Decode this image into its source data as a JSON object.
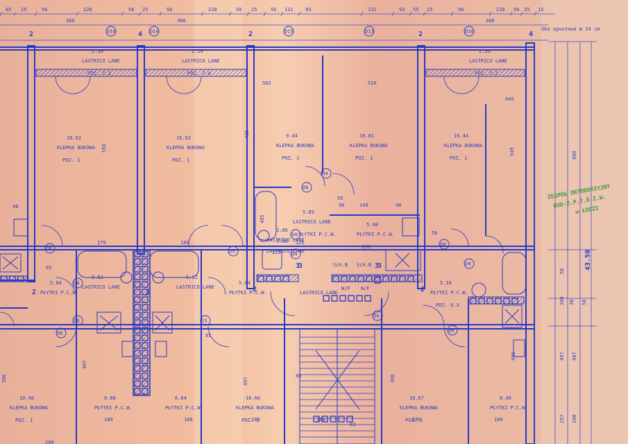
{
  "top_dims": [
    "65",
    "25",
    "56",
    "228",
    "56",
    "25",
    "56",
    "228",
    "56",
    "25",
    "56",
    "111",
    "93",
    "231",
    "93",
    "55",
    "25",
    "56",
    "228",
    "56",
    "25",
    "15"
  ],
  "second_dims": [
    "360",
    "360",
    "300"
  ],
  "axes_top": [
    "2",
    "4",
    "2",
    "2",
    "4"
  ],
  "door_tags": [
    "D16",
    "D14",
    "D15",
    "D13",
    "D16",
    "D6",
    "D4",
    "D8",
    "D5",
    "D4",
    "D6",
    "D4",
    "D4",
    "D6",
    "D3",
    "D4",
    "D8",
    "D6",
    "D4"
  ],
  "header_note": "Oba spustowa ø 14 cm",
  "rooms": [
    {
      "label": "KLEPKA BUKOWA",
      "area": "16.62",
      "poz": "POZ. 1"
    },
    {
      "label": "KLEPKA BUKOWA",
      "area": "16.62",
      "poz": "POZ. 1"
    },
    {
      "label": "KLEPKA BUKOWA",
      "area": "9.44",
      "poz": "POZ. 1"
    },
    {
      "label": "KLEPKA BUKOWA",
      "area": "16.81",
      "poz": "POZ. 1"
    },
    {
      "label": "KLEPKA BUKOWA",
      "area": "16.44",
      "poz": "POZ. 1"
    },
    {
      "label": "LASTRICO LANE",
      "area": "2.30",
      "poz": "POZ. 7.3"
    },
    {
      "label": "LASTRICO LANE",
      "area": "2.50",
      "poz": "POZ. 7.4"
    },
    {
      "label": "LASTRICO LANE",
      "area": "2.36",
      "poz": "POZ. 7.2"
    },
    {
      "label": "LASTRICO LANE",
      "area": "5.89",
      "poz": "PŁYTKI P.C.W."
    },
    {
      "label": "PŁYTKI P.C.W.",
      "area": "5.48",
      "poz": "292"
    },
    {
      "label": "LASTRICO LANE",
      "area": "1.86",
      "poz": "125"
    },
    {
      "label": "LASTRICO LANE",
      "area": "3.86",
      "poz": ""
    },
    {
      "label": "PŁYTKI P.C.W.",
      "area": "5.04",
      "poz": ""
    },
    {
      "label": "LASTRICO LANE",
      "area": "5.62",
      "poz": ""
    },
    {
      "label": "LASTRICO LANE",
      "area": "5.12",
      "poz": ""
    },
    {
      "label": "PŁYTKI P.C.W.",
      "area": "5.04",
      "poz": ""
    },
    {
      "label": "LASTRICO LANE",
      "area": "",
      "poz": ""
    },
    {
      "label": "PŁYTKI P.C.W.",
      "area": "5.16",
      "poz": "POZ. 6.3"
    },
    {
      "label": "KLEPKA BUKOWA",
      "area": "10.48",
      "poz": "POZ. 1"
    },
    {
      "label": "PŁYTKI P.C.W.",
      "area": "8.88",
      "poz": ""
    },
    {
      "label": "PŁYTKI P.C.W.",
      "area": "6.84",
      "poz": ""
    },
    {
      "label": "KLEPKA BUKOWA",
      "area": "16.66",
      "poz": "POZ. 1"
    },
    {
      "label": "KLEPKA BUKOWA",
      "area": "16.67",
      "poz": "POZ. 1"
    },
    {
      "label": "PŁYTKI P.C.W.",
      "area": "8.40",
      "poz": ""
    }
  ],
  "dims_misc": [
    "502",
    "516",
    "485",
    "445",
    "556",
    "549",
    "179",
    "189",
    "149",
    "98",
    "98",
    "50",
    "90",
    "58",
    "65",
    "65",
    "485",
    "497",
    "497",
    "496",
    "386",
    "388",
    "289",
    "189",
    "189",
    "289",
    "289",
    "189",
    "100",
    "125",
    "80",
    "82"
  ],
  "section_marks": [
    "3",
    "3",
    "2",
    "2",
    "2",
    "2",
    "3",
    "3"
  ],
  "vertical_dims": [
    "899",
    "43.50",
    "487",
    "497",
    "257",
    "200",
    "200",
    "38",
    "58",
    "58"
  ],
  "stamp": [
    "ZESPÓŁ ORTODOKSYJNY",
    "BUD-Z.P.T.Ó.Z.W.",
    "w ŁODZI"
  ],
  "flags": [
    "Sch.B",
    "Sch.B",
    "W/F",
    "N/F"
  ]
}
